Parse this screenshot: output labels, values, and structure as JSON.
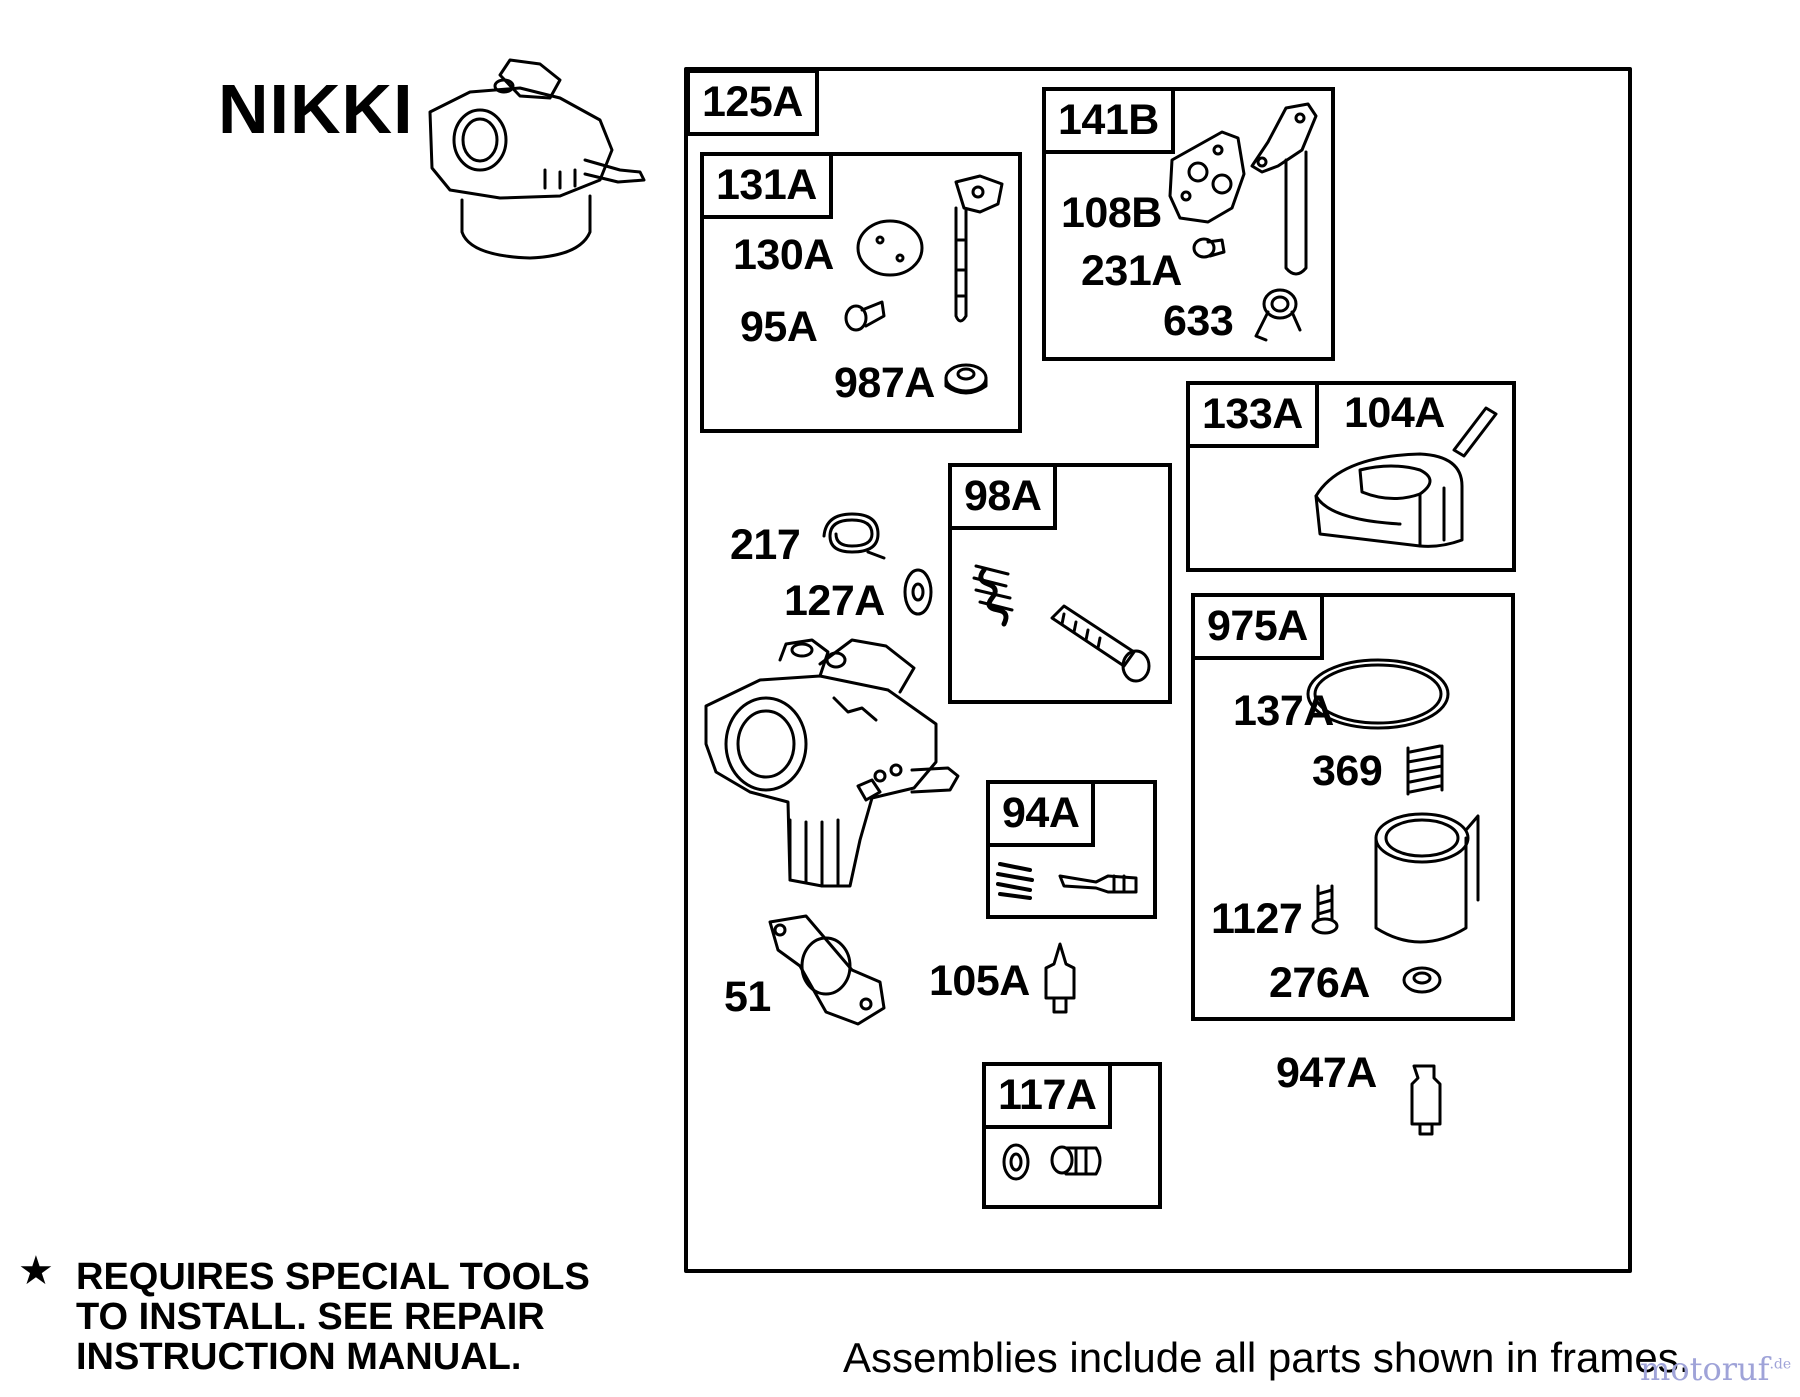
{
  "brand": "NIKKI",
  "frames": {
    "f125A": "125A",
    "f131A": "131A",
    "f141B": "141B",
    "f133A": "133A",
    "f98A": "98A",
    "f975A": "975A",
    "f94A": "94A",
    "f117A": "117A"
  },
  "parts": {
    "p130A": "130A",
    "p95A": "95A",
    "p987A": "987A",
    "p108B": "108B",
    "p231A": "231A",
    "p633": "633",
    "p104A": "104A",
    "p217": "217",
    "p127A": "127A",
    "p137A": "137A",
    "p369": "369",
    "p1127": "1127",
    "p276A": "276A",
    "p51": "51",
    "p105A": "105A",
    "p947A": "947A"
  },
  "note": {
    "star": "★",
    "text": "REQUIRES SPECIAL TOOLS TO INSTALL.  SEE REPAIR INSTRUCTION MANUAL."
  },
  "footer": "Assemblies include all parts shown in frames.",
  "watermark": {
    "text": "motoruf",
    "suffix": ".de"
  }
}
